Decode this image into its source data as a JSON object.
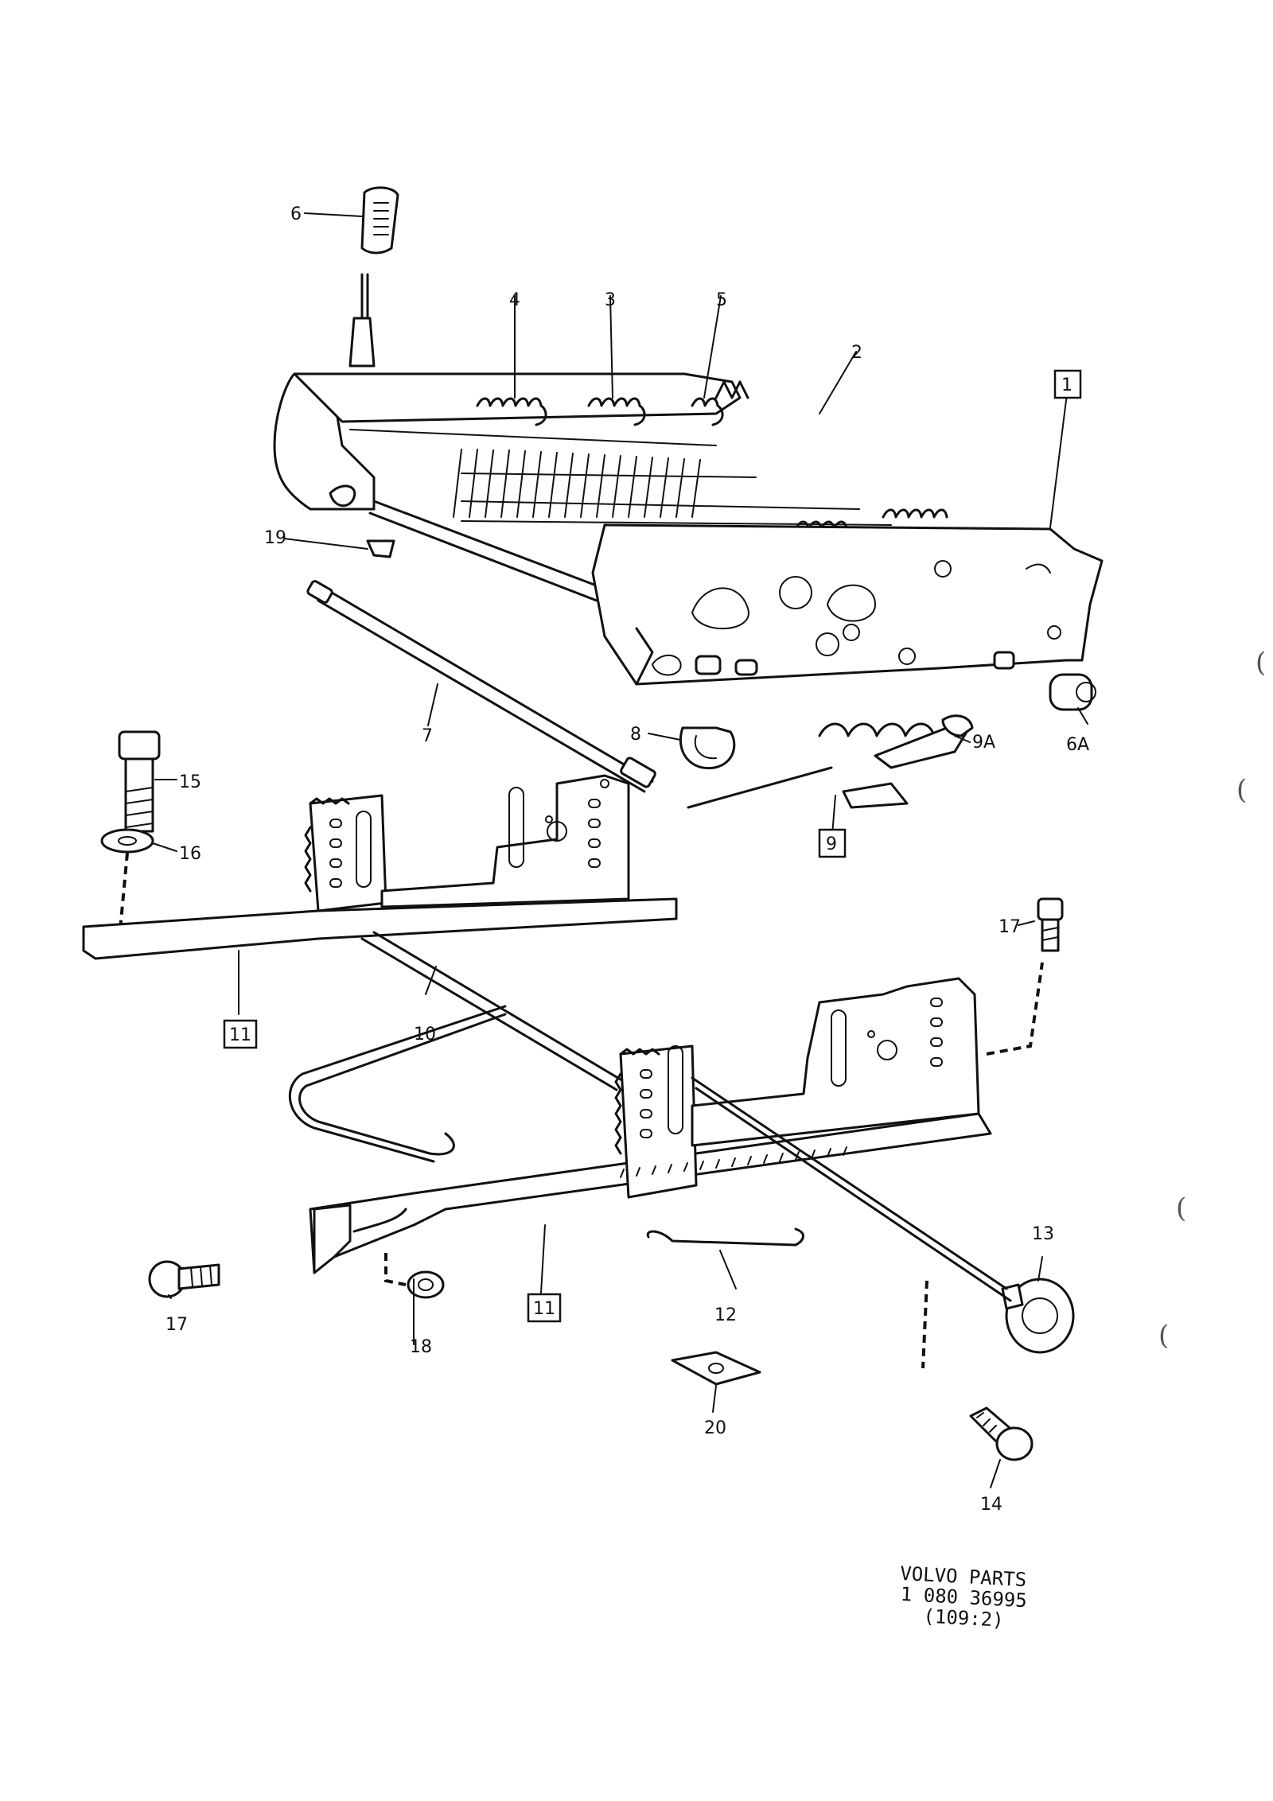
{
  "callouts": {
    "c1": "1",
    "c2": "2",
    "c3": "3",
    "c4": "4",
    "c5": "5",
    "c6": "6",
    "c6a": "6A",
    "c7": "7",
    "c8": "8",
    "c9": "9",
    "c9a": "9A",
    "c10": "10",
    "c11a": "11",
    "c11b": "11",
    "c12": "12",
    "c13": "13",
    "c14": "14",
    "c15": "15",
    "c16": "16",
    "c17a": "17",
    "c17b": "17",
    "c18": "18",
    "c19": "19",
    "c20": "20"
  },
  "caption": {
    "line1": "VOLVO PARTS",
    "line2": "1 080 36995",
    "line3": "(109:2)"
  },
  "margin_marks": [
    "(",
    "(",
    "(",
    "("
  ]
}
